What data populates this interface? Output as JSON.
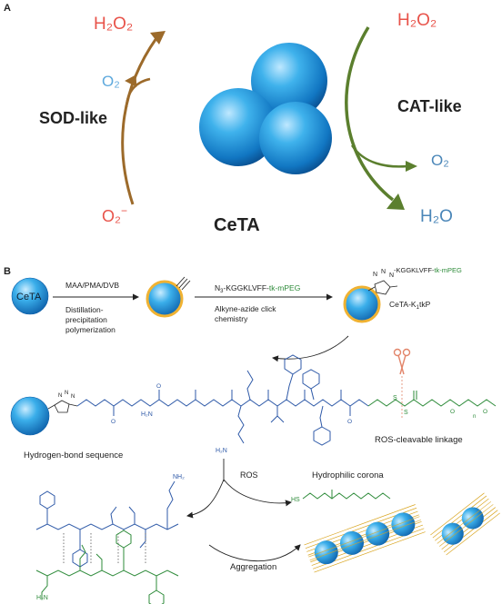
{
  "panel_a": {
    "label": "A",
    "h2o2_left": "H₂O₂",
    "o2_left": "O₂",
    "sod_label": "SOD-like",
    "superoxide_base": "O₂",
    "superoxide_charge": "−",
    "h2o2_right": "H₂O₂",
    "cat_label": "CAT-like",
    "o2_right": "O₂",
    "h2o_right": "H₂O",
    "cluster_label": "CeTA",
    "colors": {
      "h2o2": "#e8534a",
      "o2": "#5ea9dd",
      "o2_dark": "#4a86b8",
      "sod_arrow": "#9c6a2a",
      "cat_arrow": "#5b7f2e",
      "sphere": "#1f8fd6"
    }
  },
  "panel_b": {
    "label": "B",
    "core_label": "CeTA",
    "step1_line1": "MAA/PMA/DVB",
    "step1_line2": "Distillation-",
    "step1_line3": "precipitation",
    "step1_line4": "polymerization",
    "step2_prefix": "N",
    "step2_subscript": "3",
    "step2_peptide": "-KGGKLVFF-",
    "step2_peg": "tk-mPEG",
    "step2_line2": "Alkyne-azide click",
    "step2_line3": "chemistry",
    "triazole_n1": "N",
    "triazole_n2": "N",
    "triazole_n3": "N",
    "product_peptide": "-KGGKLVFF-",
    "product_peg": "tk-mPEG",
    "product_name_prefix": "CeTA-K",
    "product_name_sub": "1",
    "product_name_suffix": "tkP",
    "h2n_label": "H₂N",
    "nh2_label": "NH₂",
    "o_label": "O",
    "s_label": "S",
    "n_subscript": "n",
    "hydrogen_bond_label": "Hydrogen-bond sequence",
    "ros_cleavable_label": "ROS-cleavable linkage",
    "ros_label": "ROS",
    "hydrophilic_label": "Hydrophilic corona",
    "hs_label": "HS",
    "aggregation_label": "Aggregation",
    "colors": {
      "peptide": "#2f5aa8",
      "peg": "#2e8b3a",
      "scissors": "#e2856a",
      "fiber": "#d9a520"
    }
  }
}
